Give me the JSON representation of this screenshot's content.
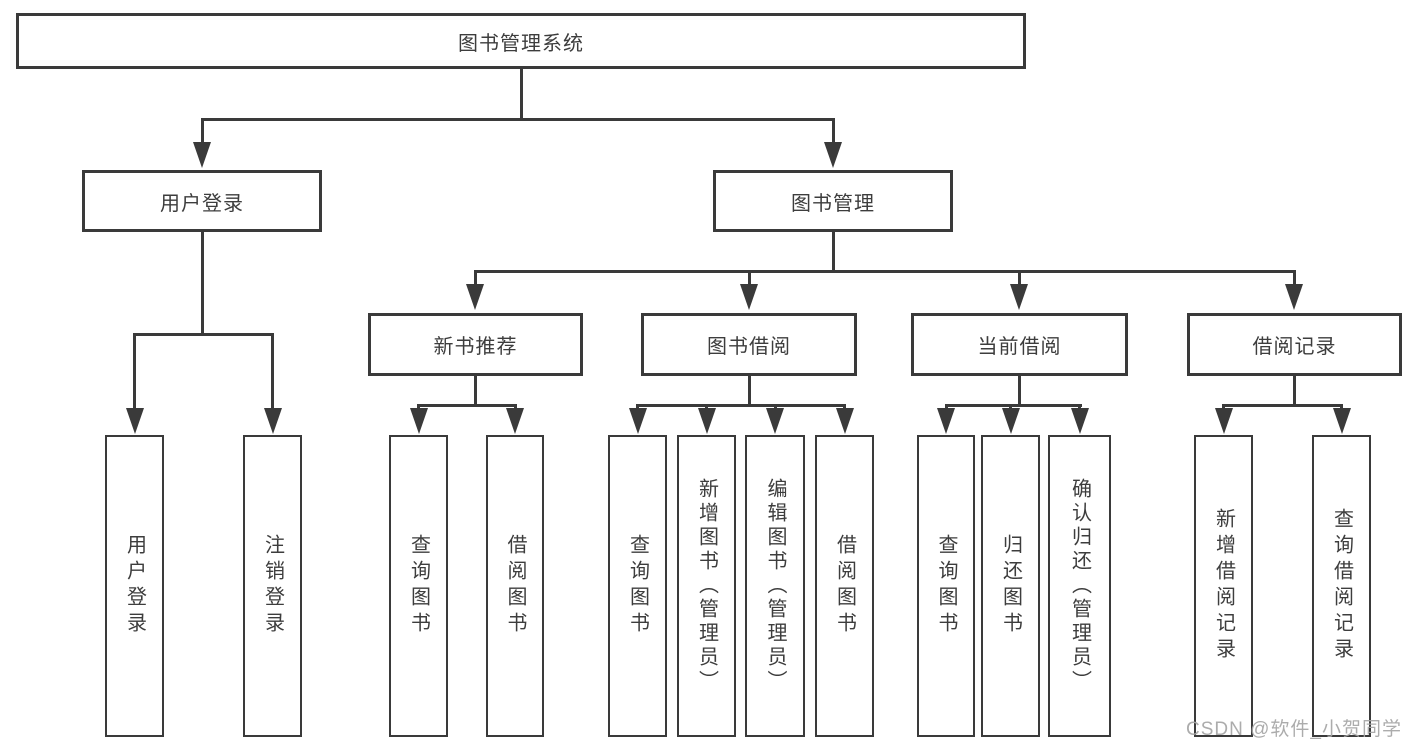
{
  "diagram": {
    "title": "图书管理系统",
    "root": {
      "label": "图书管理系统"
    },
    "level2": [
      {
        "label": "用户登录"
      },
      {
        "label": "图书管理"
      }
    ],
    "level3": [
      {
        "label": "新书推荐"
      },
      {
        "label": "图书借阅"
      },
      {
        "label": "当前借阅"
      },
      {
        "label": "借阅记录"
      }
    ],
    "children": {
      "user_login": [
        "用户登录",
        "注销登录"
      ],
      "new_book": [
        "查询图书",
        "借阅图书"
      ],
      "borrow": [
        "查询图书",
        "新增图书（管理员）",
        "编辑图书（管理员）",
        "借阅图书"
      ],
      "current": [
        "查询图书",
        "归还图书",
        "确认归还（管理员）"
      ],
      "records": [
        "新增借阅记录",
        "查询借阅记录"
      ]
    },
    "watermark": "CSDN @软件_小贺同学",
    "colors": {
      "background": "#ffffff",
      "line": "#3a3a3a",
      "border": "#3a3a3a",
      "text": "#3d3d3d",
      "watermark": "#a6a6a6"
    }
  }
}
